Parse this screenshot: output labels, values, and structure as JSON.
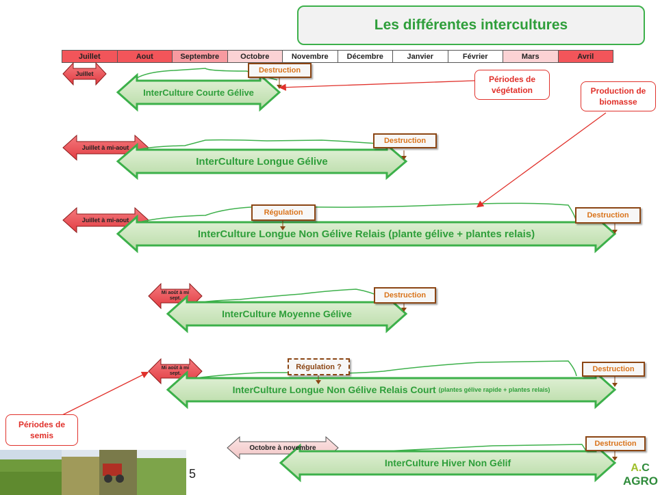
{
  "title": "Les différentes intercultures",
  "months": [
    "Juillet",
    "Aout",
    "Septembre",
    "Octobre",
    "Novembre",
    "Décembre",
    "Janvier",
    "Février",
    "Mars",
    "Avril"
  ],
  "month_colors": [
    "#f2555a",
    "#f2555a",
    "#f79aa0",
    "#fbd2d4",
    "#ffffff",
    "#ffffff",
    "#ffffff",
    "#ffffff",
    "#fbd2d4",
    "#f2555a"
  ],
  "callouts": {
    "periodes_vegetation": "Périodes de végétation",
    "production_biomasse": "Production de biomasse",
    "periodes_semis": "Périodes de semis"
  },
  "rows": [
    {
      "name": "InterCulture Courte Gélive",
      "sowing": "Juillet",
      "destruction": "Destruction"
    },
    {
      "name": "InterCulture Longue Gélive",
      "sowing": "Juillet à mi-aout",
      "destruction": "Destruction"
    },
    {
      "name": "InterCulture Longue Non Gélive Relais (plante gélive + plantes relais)",
      "sowing": "Juillet à mi-aout",
      "regulation": "Régulation",
      "destruction": "Destruction"
    },
    {
      "name": "InterCulture Moyenne Gélive",
      "sowing": "Mi août à mi sept.",
      "destruction": "Destruction"
    },
    {
      "name": "InterCulture Longue Non Gélive Relais Court",
      "name_suffix": "(plantes gélive rapide + plantes relais)",
      "sowing": "Mi août à mi sept.",
      "regulation": "Régulation ?",
      "destruction": "Destruction"
    },
    {
      "name": "InterCulture Hiver Non Gélif",
      "sowing": "Octobre à novembre",
      "destruction": "Destruction"
    }
  ],
  "page_number": "5",
  "logo": {
    "a": "A.",
    "c": "C",
    "agro": "AGRO"
  },
  "colors": {
    "green_dark": "#3cb04a",
    "green_fill": "#cfe8c0",
    "red": "#f2555a",
    "brown": "#8b4513",
    "orange_text": "#d9731a"
  }
}
